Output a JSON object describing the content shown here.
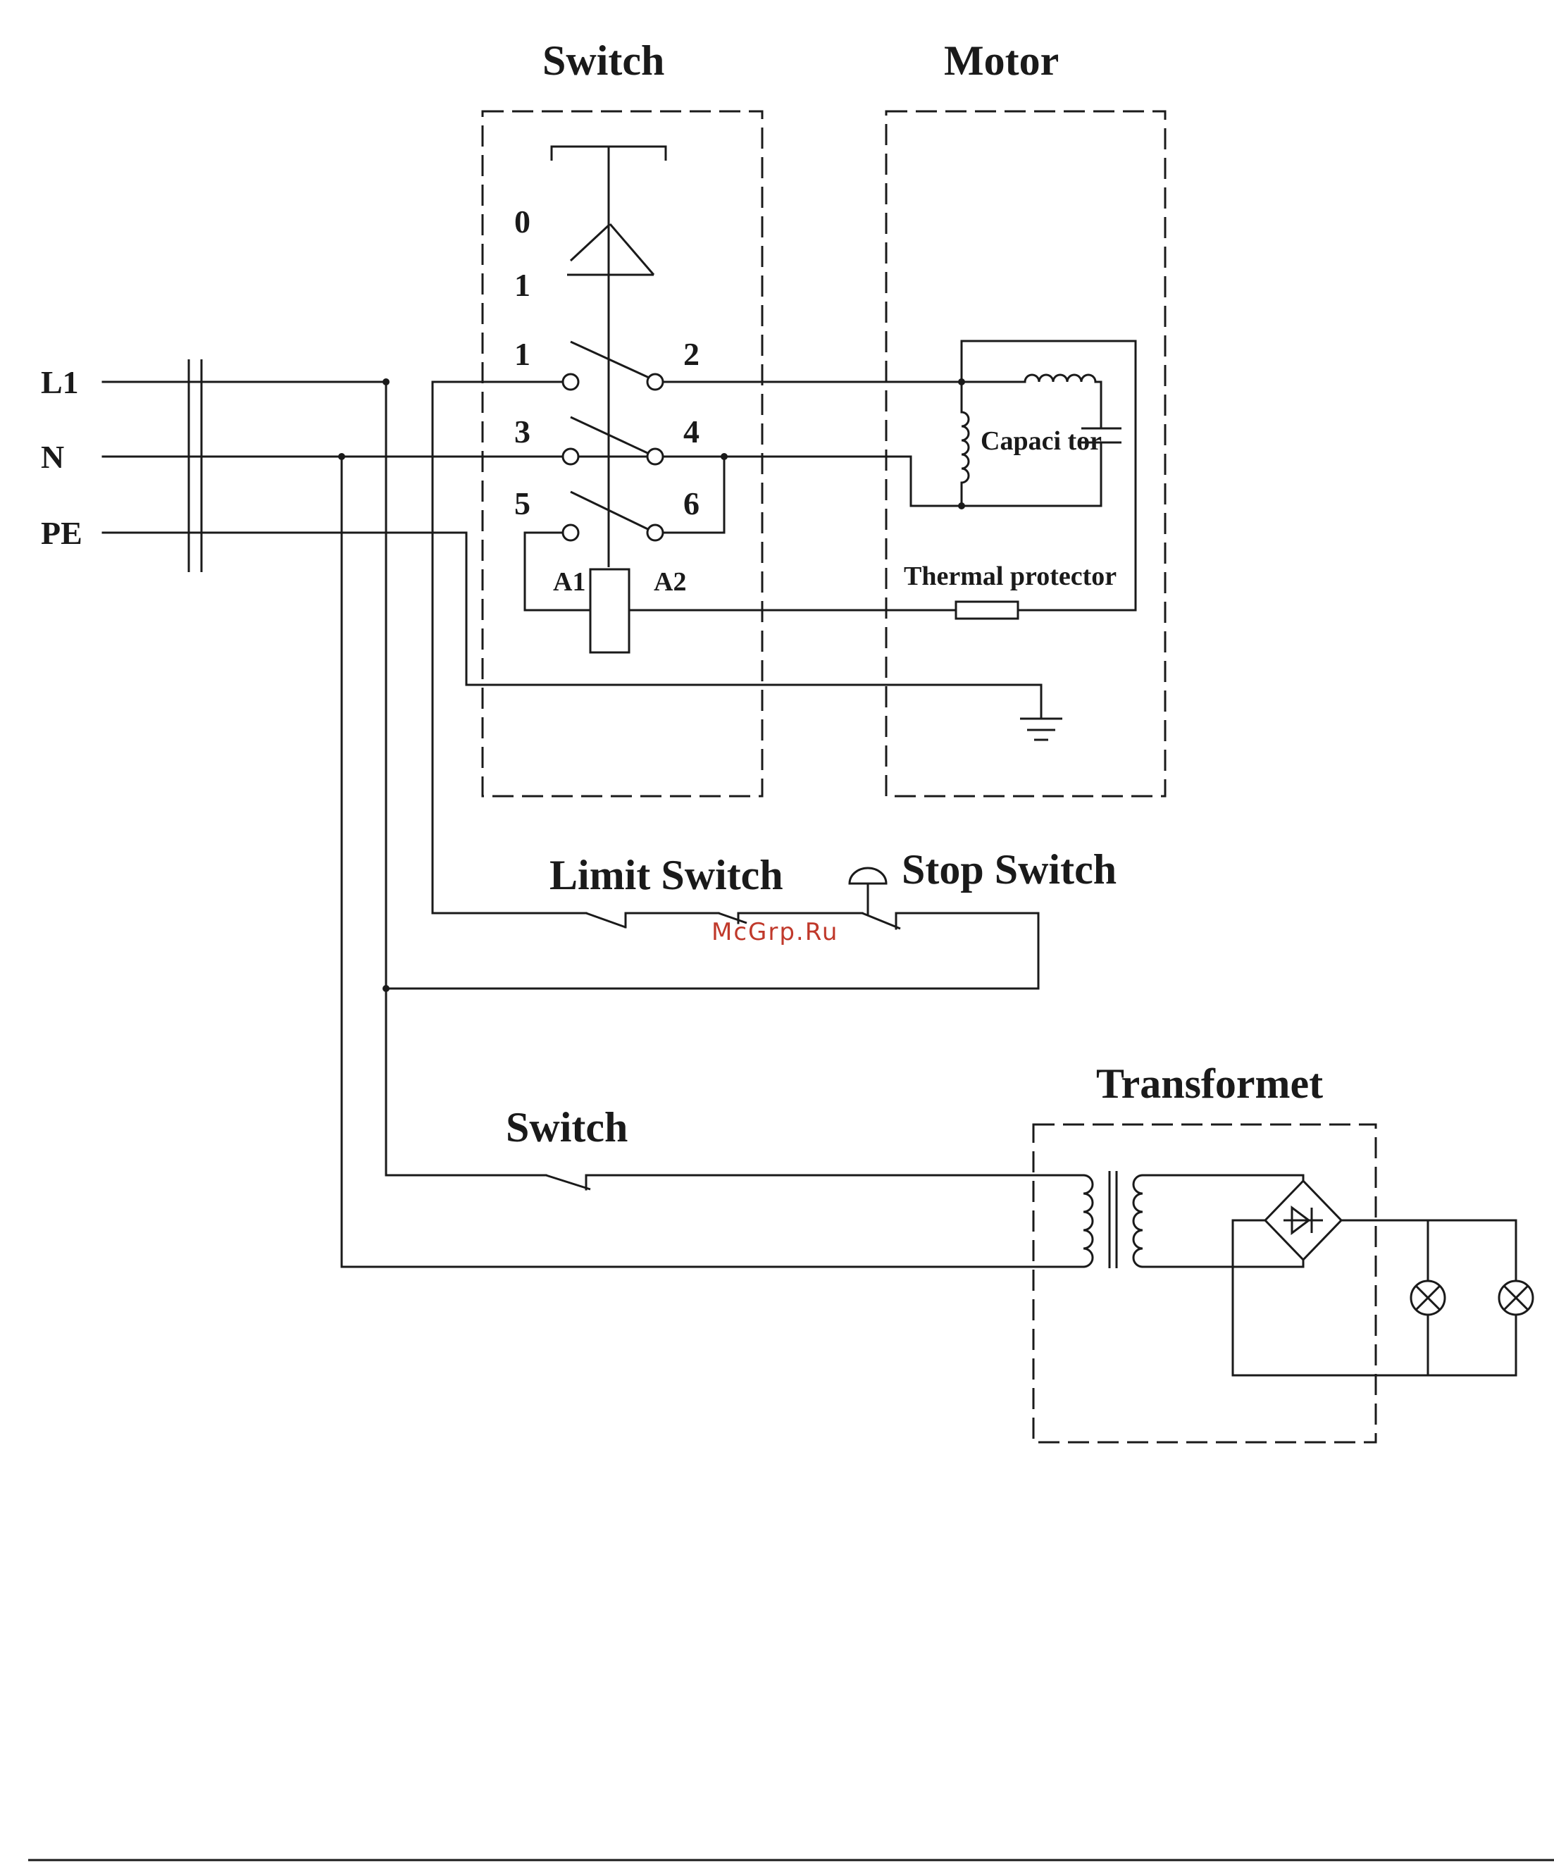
{
  "inputs": {
    "l1": "L1",
    "n": "N",
    "pe": "PE"
  },
  "switch_box": {
    "title": "Switch",
    "pos0": "0",
    "pos1": "1",
    "t1": "1",
    "t2": "2",
    "t3": "3",
    "t4": "4",
    "t5": "5",
    "t6": "6",
    "a1": "A1",
    "a2": "A2"
  },
  "motor_box": {
    "title": "Motor",
    "capacitor": "Capaci tor",
    "thermal": "Thermal protector"
  },
  "control": {
    "limit_switch": "Limit Switch",
    "stop_switch": "Stop Switch"
  },
  "lamp_circuit": {
    "switch": "Switch",
    "transformer": "Transformet"
  },
  "watermark": {
    "text": "McGrp.Ru",
    "color": "#c0392b"
  },
  "colors": {
    "line": "#1a1a1a",
    "background": "#ffffff"
  }
}
